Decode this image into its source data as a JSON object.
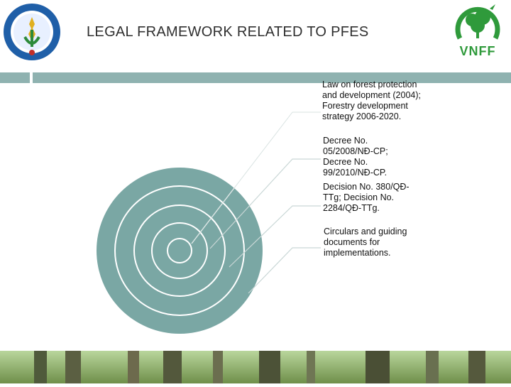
{
  "slide": {
    "title": "LEGAL FRAMEWORK RELATED TO PFES",
    "logo_right_text": "VNFF"
  },
  "items": [
    {
      "text": "Law on forest protection and development (2004); Forestry development strategy 2006-2020."
    },
    {
      "text": "Decree No. 05/2008/NĐ-CP; Decree No. 99/2010/NĐ-CP."
    },
    {
      "text": "Decision No. 380/QĐ-TTg; Decision No. 2284/QĐ-TTg."
    },
    {
      "text": "Circulars and guiding documents for implementations."
    }
  ],
  "colors": {
    "teal": "#7aa7a4",
    "bar": "#8fb2b0",
    "brand_green": "#2f9a3b"
  }
}
